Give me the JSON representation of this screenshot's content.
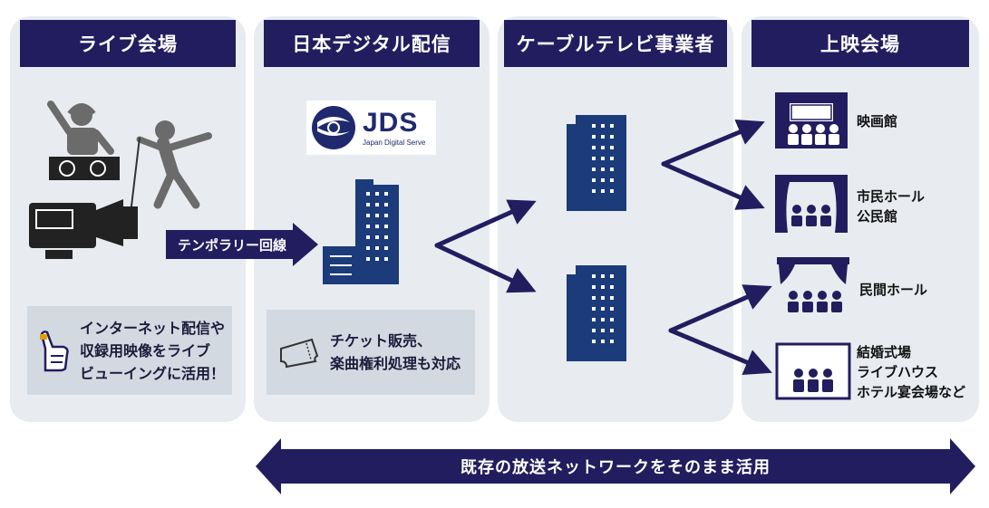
{
  "panels": [
    {
      "title": "ライブ会場"
    },
    {
      "title": "日本デジタル配信"
    },
    {
      "title": "ケーブルテレビ事業者"
    },
    {
      "title": "上映会場"
    }
  ],
  "live_note": "インターネット配信や 収録用映像をライブ ビューイングに活用！",
  "live_note_lines": [
    "インターネット配信や",
    "収録用映像をライブ",
    "ビューイングに活用！"
  ],
  "temp_line_label": "テンポラリー回線",
  "jds_logo": {
    "mark": "JDS",
    "sub": "Japan Digital Serve"
  },
  "jds_note_lines": [
    "チケット販売、",
    "楽曲権利処理も対応"
  ],
  "venues": [
    {
      "lines": [
        "映画館"
      ],
      "icon": "cinema-screen-icon"
    },
    {
      "lines": [
        "市民ホール",
        "公民館"
      ],
      "icon": "stage-curtain-icon"
    },
    {
      "lines": [
        "民間ホール"
      ],
      "icon": "stage-curtain-icon"
    },
    {
      "lines": [
        "結婚式場",
        "ライブハウス",
        "ホテル宴会場など"
      ],
      "icon": "banquet-hall-icon"
    }
  ],
  "bottom_banner": "既存の放送ネットワークをそのまま活用",
  "colors": {
    "navy": "#221d5f",
    "panel": "#e8ecf0",
    "infobox": "#d3d9e1",
    "building": "#1c3b7a",
    "icon_gray": "#6b6b6b"
  }
}
